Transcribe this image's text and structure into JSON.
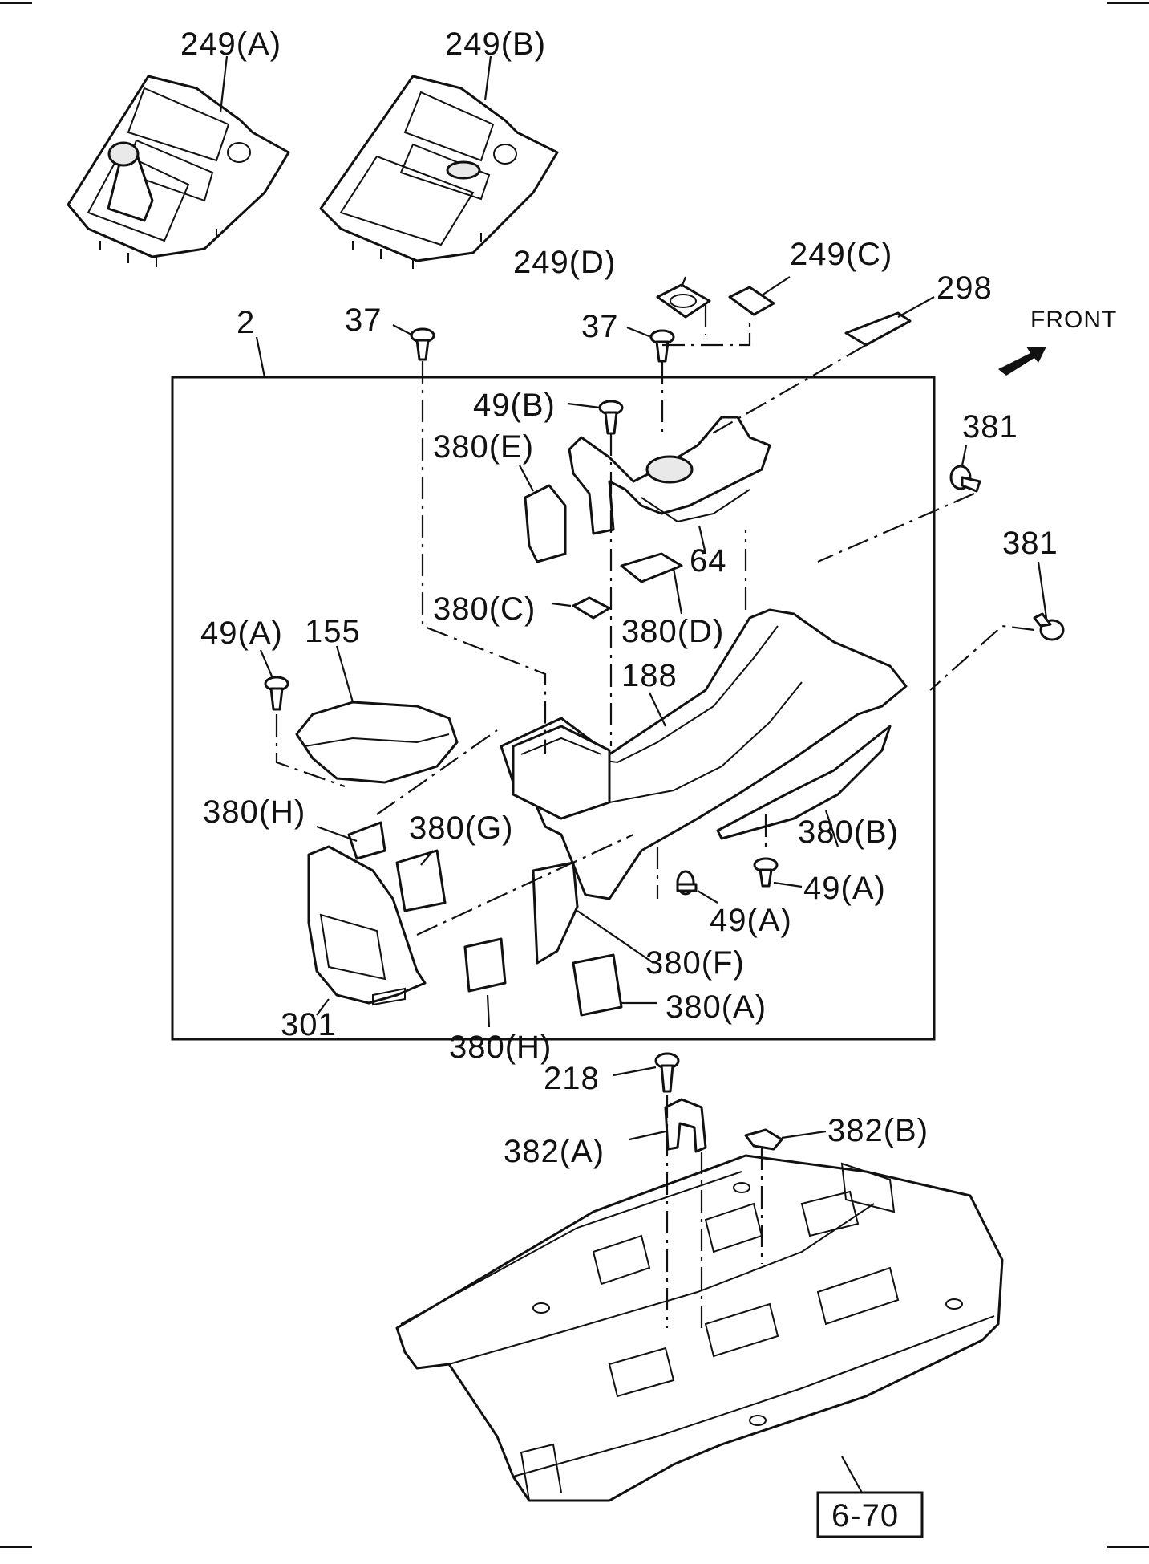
{
  "labels": {
    "p249a": "249(A)",
    "p249b": "249(B)",
    "p249d": "249(D)",
    "p249c": "249(C)",
    "p298": "298",
    "front": "FRONT",
    "p2": "2",
    "p37_left": "37",
    "p37_mid": "37",
    "p49b": "49(B)",
    "p380e": "380(E)",
    "p381_top": "381",
    "p381_right": "381",
    "p64": "64",
    "p380c": "380(C)",
    "p380d": "380(D)",
    "p49a_left": "49(A)",
    "p155": "155",
    "p188": "188",
    "p380h_top": "380(H)",
    "p380g": "380(G)",
    "p380b": "380(B)",
    "p49a_right": "49(A)",
    "p49a_mid": "49(A)",
    "p380f": "380(F)",
    "p380a": "380(A)",
    "p380h_bottom": "380(H)",
    "p301": "301",
    "p218": "218",
    "p382a": "382(A)",
    "p382b": "382(B)",
    "ref": "6-70"
  }
}
